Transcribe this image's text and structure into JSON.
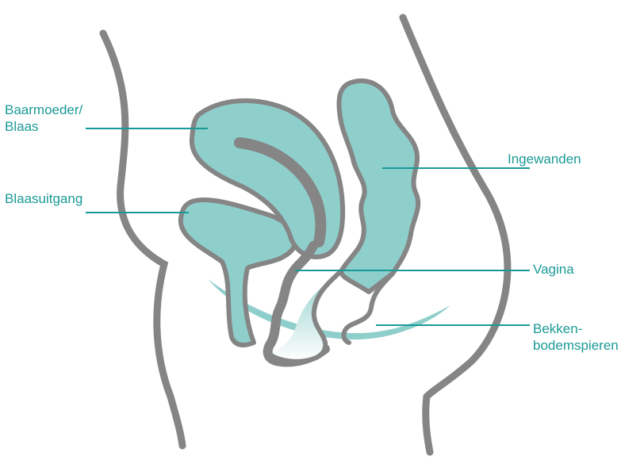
{
  "colors": {
    "outline": "#858585",
    "organ_fill": "#8ecfcc",
    "muscle_fill": "#8ecfcc",
    "label_text": "#1a9a96",
    "leader_line": "#1a9a96"
  },
  "labels": {
    "uterus_bladder": [
      "Baarmoeder/",
      "Blaas"
    ],
    "bladder_outlet": "Blaasuitgang",
    "bowel": "Ingewanden",
    "vagina": "Vagina",
    "pelvic_floor": [
      "Bekken-",
      "bodemspieren"
    ]
  }
}
